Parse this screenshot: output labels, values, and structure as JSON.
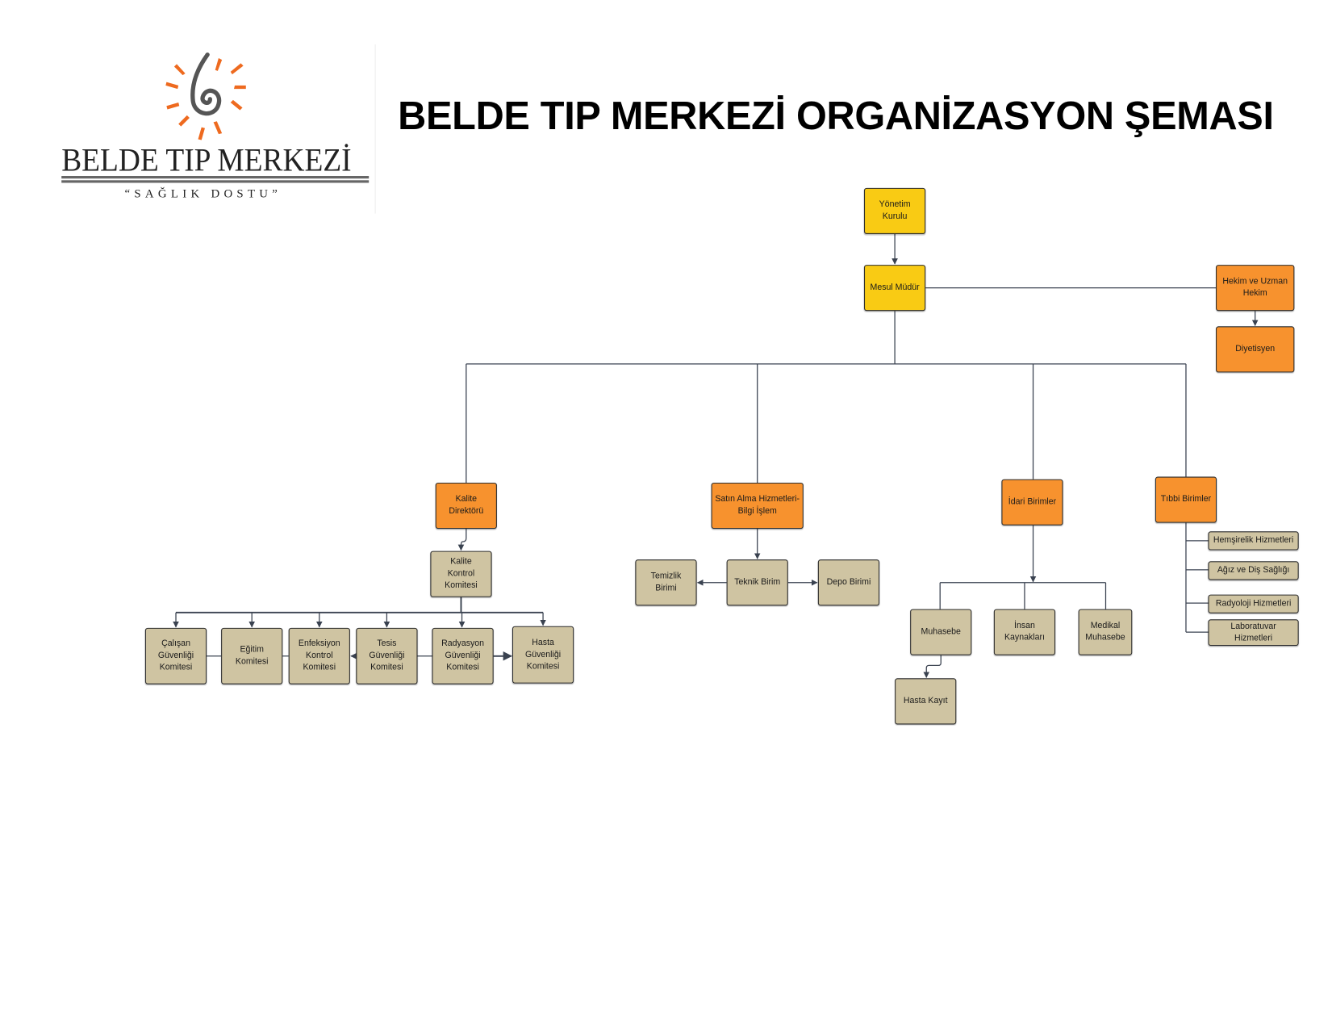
{
  "title": "BELDE TIP MERKEZİ ORGANİZASYON ŞEMASI",
  "logo": {
    "name": "BELDE TIP MERKEZİ",
    "slogan": "“SAĞLIK DOSTU”",
    "accent": "#EE6A1F"
  },
  "colors": {
    "management": "#F9CB14",
    "department": "#F7922E",
    "unit": "#CFC4A2"
  },
  "nodes": {
    "yonetim": "Yönetim Kurulu",
    "mesul": "Mesul Müdür",
    "hekim": "Hekim ve Uzman Hekim",
    "diyetisyen": "Diyetisyen",
    "kalite_dir": "Kalite Direktörü",
    "satin_alma": "Satın Alma Hizmetleri-Bilgi İşlem",
    "idari": "İdari Birimler",
    "tibbi": "Tıbbi Birimler",
    "kalite_kontrol": "Kalite Kontrol Komitesi",
    "calisan": "Çalışan Güvenliği Komitesi",
    "egitim": "Eğitim Komitesi",
    "enfeksiyon": "Enfeksiyon Kontrol Komitesi",
    "tesis": "Tesis Güvenliği Komitesi",
    "radyasyon": "Radyasyon Güvenliği Komitesi",
    "hasta_guv": "Hasta Güvenliği Komitesi",
    "temizlik": "Temizlik Birimi",
    "teknik": "Teknik Birim",
    "depo": "Depo Birimi",
    "muhasebe": "Muhasebe",
    "insan": "İnsan Kaynakları",
    "medikal": "Medikal Muhasebe",
    "hasta_kayit": "Hasta Kayıt",
    "hemsirelik": "Hemşirelik Hizmetleri",
    "agiz": "Ağız ve Diş Sağlığı",
    "radyoloji": "Radyoloji Hizmetleri",
    "laboratuvar": "Laboratuvar Hizmetleri"
  }
}
